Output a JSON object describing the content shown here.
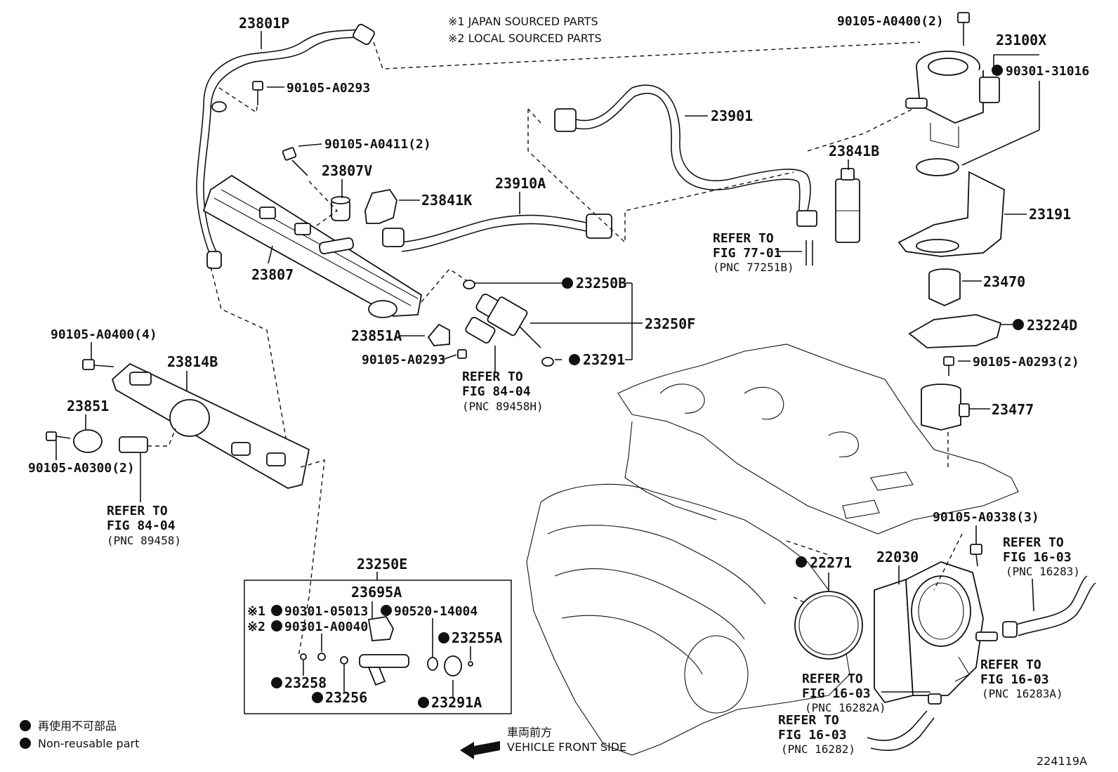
{
  "notes": {
    "japan": "※1 JAPAN SOURCED PARTS",
    "local": "※2 LOCAL SOURCED PARTS"
  },
  "labels": {
    "p23801P": "23801P",
    "b90105_A0293_top": "90105-A0293",
    "b90105_A0411": "90105-A0411(2)",
    "p23807V": "23807V",
    "p23841K": "23841K",
    "p23910A": "23910A",
    "p23807": "23807",
    "p23901": "23901",
    "p23841B": "23841B",
    "b90105_A0400_2": "90105-A0400(2)",
    "p23100X": "23100X",
    "b90301_31016": "90301-31016",
    "p23191": "23191",
    "p23470": "23470",
    "p23224D": "23224D",
    "b90105_A0293_2": "90105-A0293(2)",
    "p23477": "23477",
    "p23250B": "23250B",
    "p23250F": "23250F",
    "p23851A": "23851A",
    "p23291": "23291",
    "b90105_A0293_mid": "90105-A0293",
    "b90105_A0400_4": "90105-A0400(4)",
    "p23814B": "23814B",
    "p23851": "23851",
    "b90105_A0300": "90105-A0300(2)",
    "p23250E": "23250E",
    "p23695A": "23695A",
    "b90301_05013": "90301-05013",
    "b90520_14004": "90520-14004",
    "b90301_A0040": "90301-A0040",
    "p23255A": "23255A",
    "p23258": "23258",
    "p23256": "23256",
    "p23291A": "23291A",
    "b90105_A0338": "90105-A0338(3)",
    "p22271": "22271",
    "p22030": "22030",
    "mark1": "※1",
    "mark2": "※2"
  },
  "refs": {
    "r77_01": [
      "REFER TO",
      "FIG 77-01",
      "(PNC 77251B)"
    ],
    "r84_04_mid": [
      "REFER TO",
      "FIG 84-04",
      "(PNC 89458H)"
    ],
    "r84_04_left": [
      "REFER TO",
      "FIG 84-04",
      "(PNC 89458)"
    ],
    "r16_03_a": [
      "REFER TO",
      "FIG 16-03",
      "(PNC 16283)"
    ],
    "r16_03_b": [
      "REFER TO",
      "FIG 16-03",
      "(PNC 16283A)"
    ],
    "r16_03_c": [
      "REFER TO",
      "FIG 16-03",
      "(PNC 16282A)"
    ],
    "r16_03_d": [
      "REFER TO",
      "FIG 16-03",
      "(PNC 16282)"
    ]
  },
  "legend": {
    "jp": "再使用不可部品",
    "en": "Non-reusable part"
  },
  "direction": {
    "jp": "車両前方",
    "en": "VEHICLE FRONT SIDE"
  },
  "figure_id": "224119A"
}
